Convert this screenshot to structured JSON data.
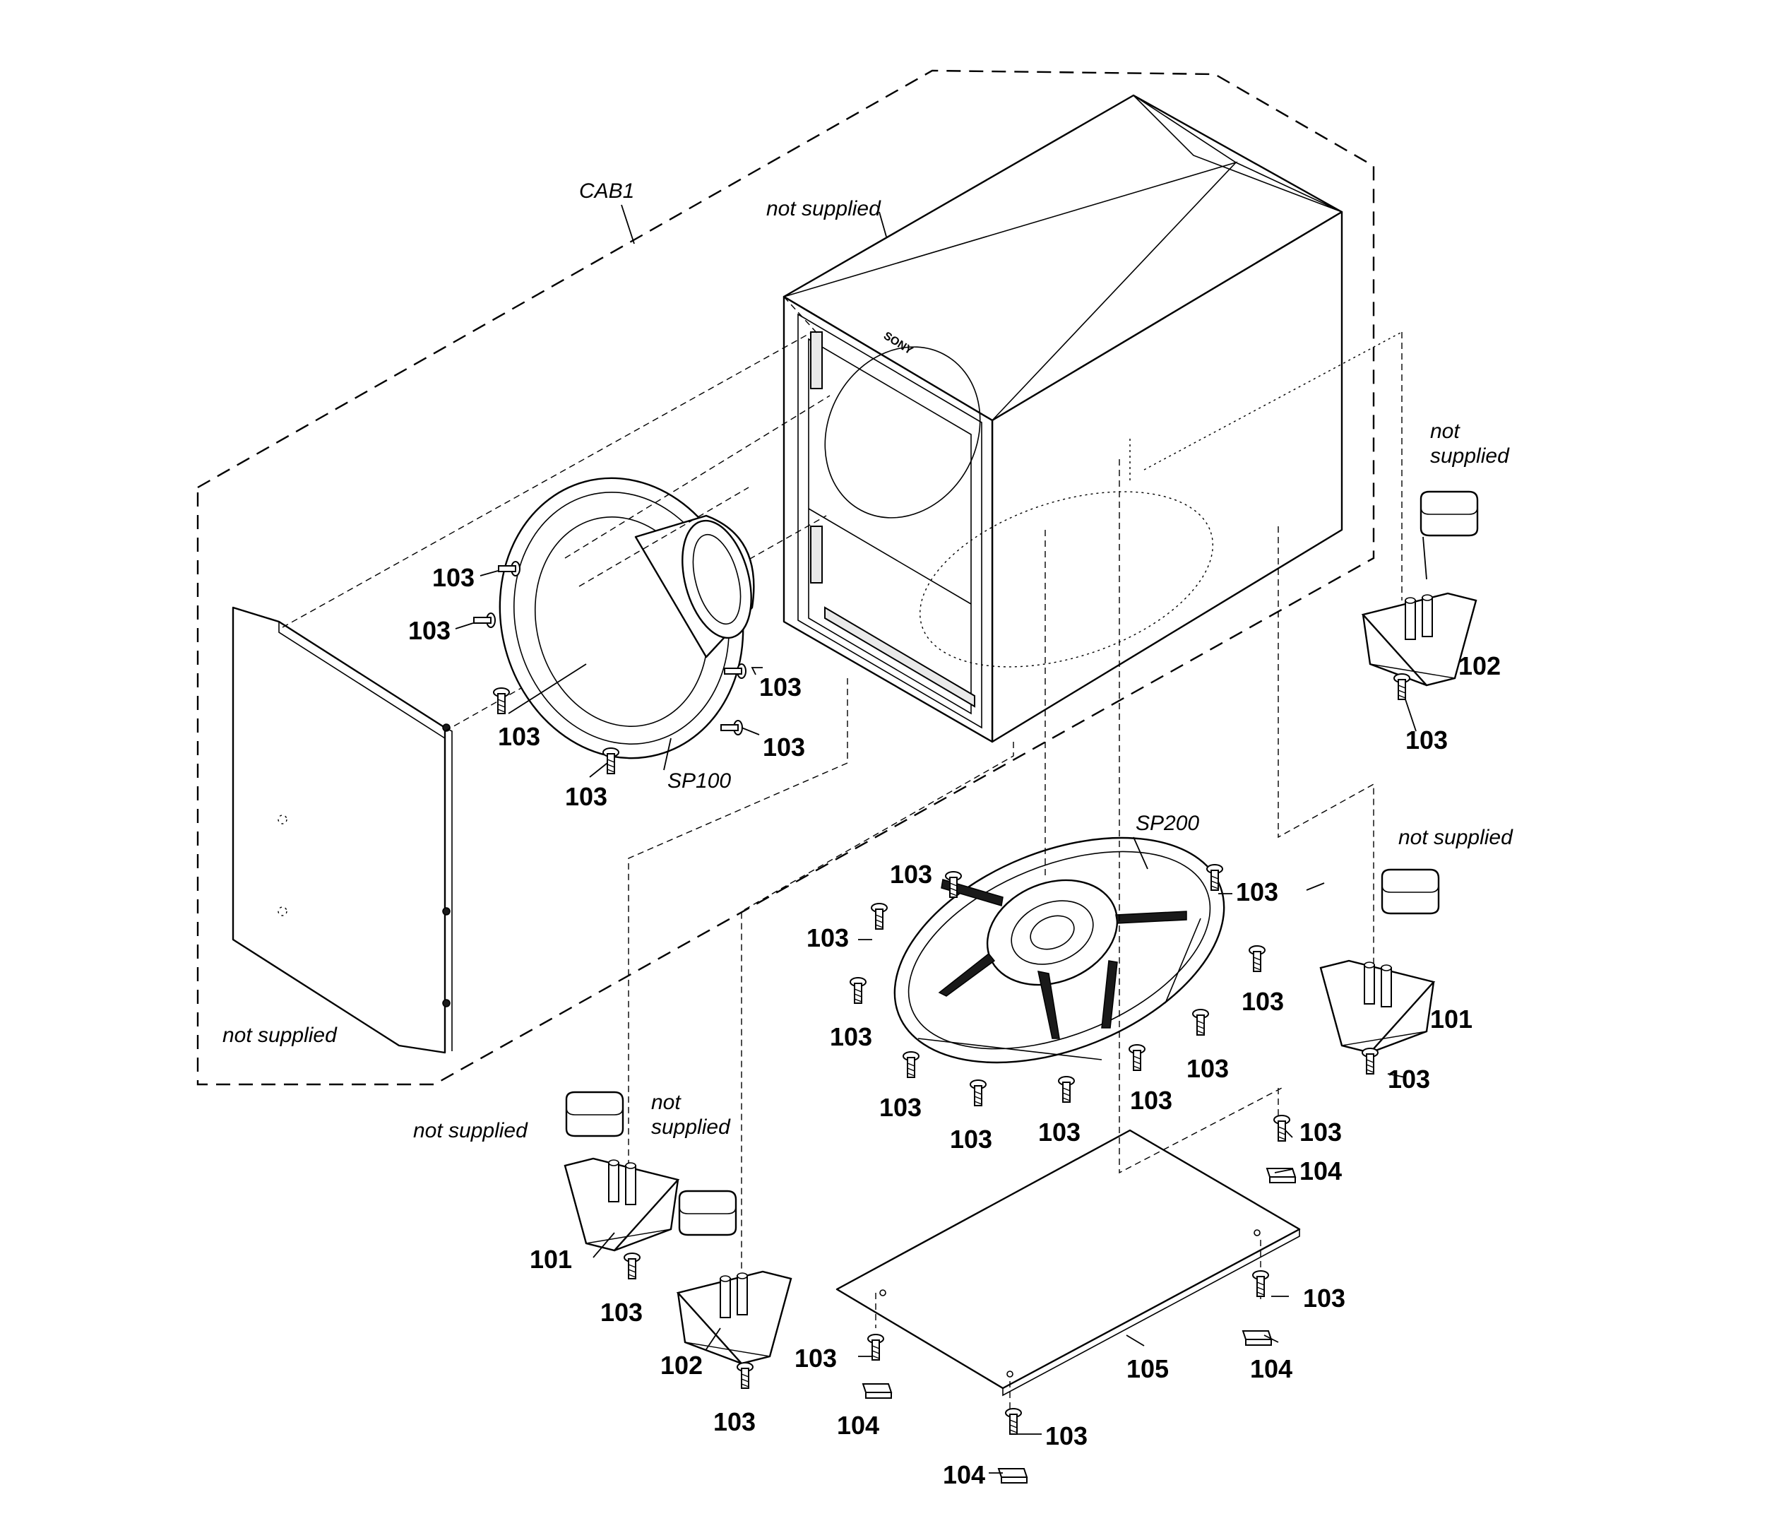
{
  "labels": {
    "cab1": "CAB1",
    "sp100": "SP100",
    "sp200": "SP200",
    "not_supplied": "not supplied",
    "not": "not",
    "supplied": "supplied",
    "brand": "SONY"
  },
  "parts": {
    "p101": "101",
    "p102": "102",
    "p103": "103",
    "p104": "104",
    "p105": "105"
  }
}
